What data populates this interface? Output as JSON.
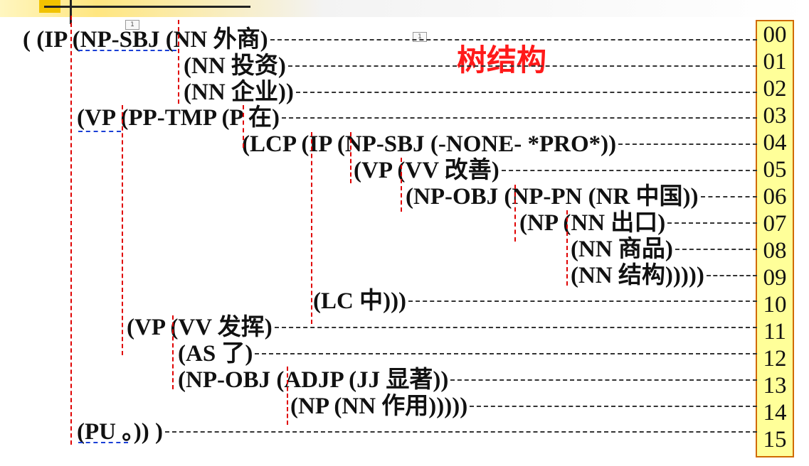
{
  "title": "树结构",
  "comment_marks": [
    "1",
    "1"
  ],
  "lines": [
    {
      "text": "( (IP (NP-SBJ (NN 外商)"
    },
    {
      "text": "(NN 投资)"
    },
    {
      "text": "(NN 企业))"
    },
    {
      "text": "(VP (PP-TMP (P 在)"
    },
    {
      "text": "(LCP (IP (NP-SBJ (-NONE- *PRO*))"
    },
    {
      "text": "(VP (VV 改善)"
    },
    {
      "text": "(NP-OBJ (NP-PN (NR 中国))"
    },
    {
      "text": "(NP (NN 出口)"
    },
    {
      "text": "(NN 商品)"
    },
    {
      "text": "(NN 结构)))))"
    },
    {
      "text": "(LC 中)))"
    },
    {
      "text": "(VP (VV 发挥)"
    },
    {
      "text": "(AS 了)"
    },
    {
      "text": "(NP-OBJ (ADJP (JJ 显著))"
    },
    {
      "text": "(NP (NN 作用)))))"
    },
    {
      "text": "(PU 。)) )"
    }
  ],
  "indices": [
    "00",
    "01",
    "02",
    "03",
    "04",
    "05",
    "06",
    "07",
    "08",
    "09",
    "10",
    "11",
    "12",
    "13",
    "14",
    "15"
  ],
  "colors": {
    "title": "#ff1a1a",
    "guide_red": "#e00000",
    "guide_blue": "#1a3fd6",
    "index_bg": "#ffff99",
    "index_border": "#d06a00"
  }
}
